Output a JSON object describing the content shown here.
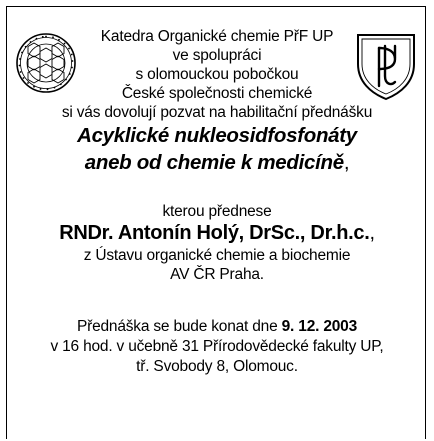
{
  "organizer": {
    "line1": "Katedra Organické chemie PřF UP",
    "line2": "ve spolupráci",
    "line3": "s olomouckou pobočkou",
    "line4": "České společnosti chemické"
  },
  "invitation_text": "si vás dovolují pozvat na habilitační přednášku",
  "lecture": {
    "title_line1": "Acyklické nukleosidfosfonáty",
    "title_line2": "aneb od chemie k medicíně",
    "title_comma": ","
  },
  "presenter": {
    "intro": "kterou přednese",
    "name": "RNDr. Antonín Holý, DrSc., Dr.h.c.",
    "name_comma": ",",
    "affiliation_line1": "z Ústavu organické chemie a biochemie",
    "affiliation_line2": "AV ČR Praha."
  },
  "event": {
    "date_prefix": "Přednáška se bude konat dne ",
    "date": "9. 12. 2003",
    "time_place": "v 16 hod. v učebně 31 Přírodovědecké fakulty UP,",
    "address": "tř. Svobody 8, Olomouc."
  },
  "colors": {
    "text": "#000000",
    "background": "#ffffff"
  },
  "icons": {
    "left_logo": "molecule-seal-icon",
    "right_logo": "shield-monogram-icon"
  }
}
